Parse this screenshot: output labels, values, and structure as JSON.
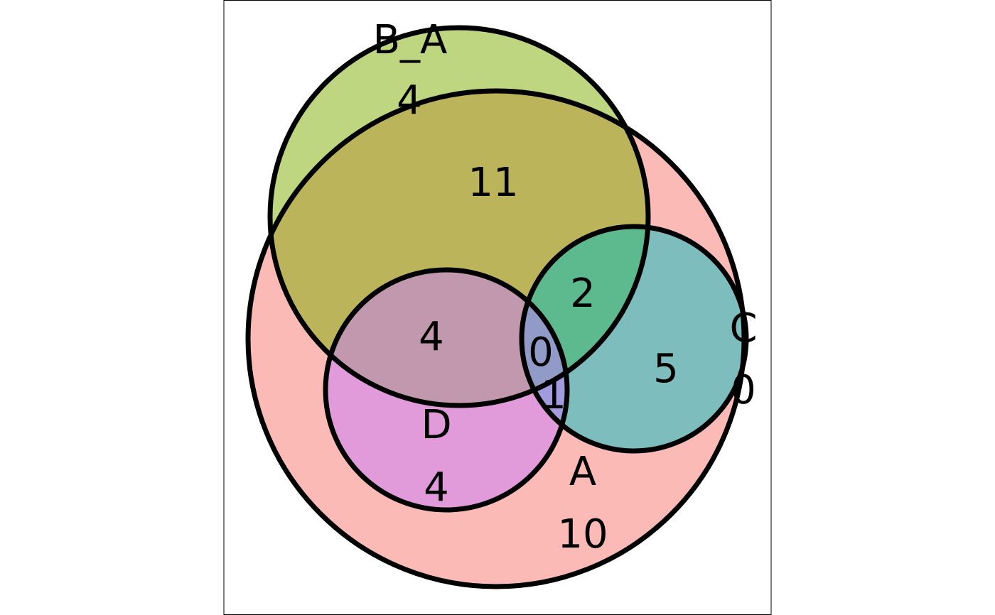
{
  "diagram": {
    "type": "venn",
    "sets": [
      {
        "id": "A",
        "label": "A",
        "exclusive_count": "10",
        "fill": "#F8766D"
      },
      {
        "id": "B_A",
        "label": "B_A",
        "exclusive_count": "4",
        "fill": "#7CAE00"
      },
      {
        "id": "C",
        "label": "C",
        "exclusive_count": "0",
        "fill": "#00BFC4"
      },
      {
        "id": "D",
        "label": "D",
        "exclusive_count": "4",
        "fill": "#C77CFF"
      }
    ],
    "intersections": [
      {
        "sets": [
          "A",
          "B_A"
        ],
        "count": "11"
      },
      {
        "sets": [
          "A",
          "B_A",
          "D"
        ],
        "count": "4"
      },
      {
        "sets": [
          "A",
          "B_A",
          "C"
        ],
        "count": "2"
      },
      {
        "sets": [
          "A",
          "C"
        ],
        "count": "5"
      },
      {
        "sets": [
          "A",
          "B_A",
          "C",
          "D"
        ],
        "count": "0"
      },
      {
        "sets": [
          "A",
          "C",
          "D"
        ],
        "count": "1"
      }
    ],
    "fill_opacity": 0.5,
    "outline_color": "#000000"
  }
}
